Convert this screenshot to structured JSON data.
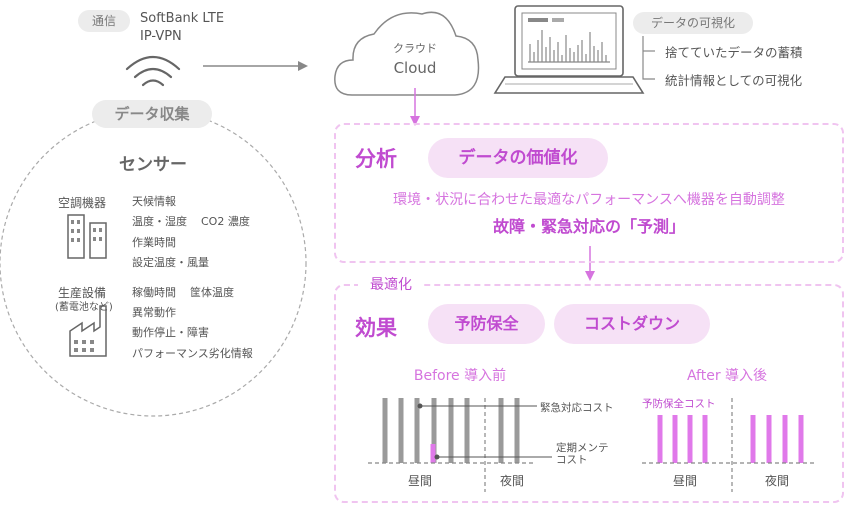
{
  "comm": {
    "tag": "通信",
    "line1": "SoftBank LTE",
    "line2": "IP-VPN"
  },
  "collect": {
    "tag": "データ収集",
    "title": "センサー",
    "hvac": {
      "name": "空調機器",
      "items": [
        "天候情報",
        "温度・湿度",
        "CO2 濃度",
        "作業時間",
        "設定温度・風量"
      ]
    },
    "prod": {
      "name": "生産設備",
      "sub": "(蓄電池など)",
      "items": [
        "稼働時間",
        "筐体温度",
        "異常動作",
        "動作停止・障害",
        "パフォーマンス劣化情報"
      ]
    }
  },
  "cloud": {
    "label_jp": "クラウド",
    "label_en": "Cloud"
  },
  "viz": {
    "tag": "データの可視化",
    "items": [
      "捨てていたデータの蓄積",
      "統計情報としての可視化"
    ]
  },
  "analysis": {
    "title": "分析",
    "pill": "データの価値化",
    "line1": "環境・状況に合わせた最適なパフォーマンスへ機器を自動調整",
    "line2": "故障・緊急対応の「予測」"
  },
  "optimize": {
    "label": "最適化"
  },
  "effect": {
    "title": "効果",
    "pill1": "予防保全",
    "pill2": "コストダウン"
  },
  "before": {
    "title": "Before 導入前",
    "legend_emergency": "緊急対応コスト",
    "legend_regular": [
      "定期メンテ",
      "コスト"
    ],
    "day": "昼間",
    "night": "夜間"
  },
  "after": {
    "title": "After 導入後",
    "legend_preventive": "予防保全コスト",
    "day": "昼間",
    "night": "夜間"
  },
  "colors": {
    "accent": "#c04bd0",
    "pink_light": "#f6e1f6",
    "bar_grey": "#9a9a9a",
    "bar_pink": "#e079ea"
  }
}
